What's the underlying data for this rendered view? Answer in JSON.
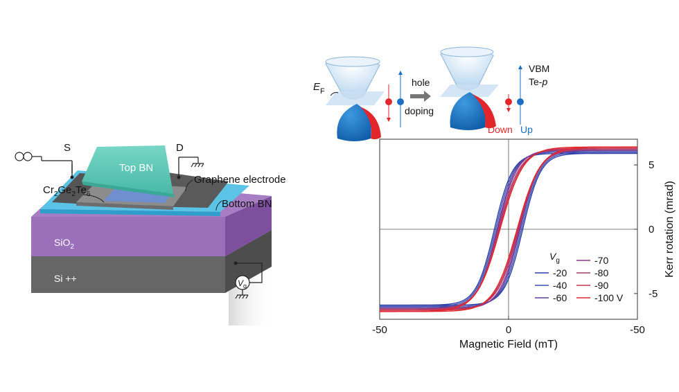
{
  "device": {
    "source_label": "S",
    "drain_label": "D",
    "top_bn": "Top BN",
    "cgt_label": {
      "p1": "Cr",
      "s1": "2",
      "p2": "Ge",
      "s2": "2",
      "p3": "Te",
      "s3": "6"
    },
    "graphene_label": "Graphene electrode",
    "bottom_bn": "Bottom BN",
    "sio2": {
      "main": "SiO",
      "sub": "2"
    },
    "si": "Si ++",
    "gate": {
      "main": "V",
      "sub": "g"
    },
    "colors": {
      "top_bn": "#5cc7b5",
      "bottom_bn": "#5bc3e6",
      "sio2": "#9b6bb8",
      "si": "#6a6a6a",
      "cgt": "#8c8c8c",
      "graphene": "#555555"
    }
  },
  "band_diagram": {
    "ef": {
      "main": "E",
      "sub": "F"
    },
    "hole_doping": {
      "line1": "hole",
      "line2": "doping"
    },
    "vbm": "VBM",
    "te_p": {
      "main": "Te-",
      "italic": "p"
    },
    "down_label": "Down",
    "up_label": "Up",
    "colors": {
      "up": "#1a6fc4",
      "down": "#e3262b",
      "cone": "#bcd9f0"
    }
  },
  "chart_data": {
    "type": "line",
    "xlabel": "Magnetic Field (mT)",
    "ylabel": "Kerr rotation (mrad)",
    "xlim": [
      -50,
      50
    ],
    "ylim": [
      -7,
      7
    ],
    "x_ticks": [
      {
        "value": -50,
        "label": "-50"
      },
      {
        "value": 0,
        "label": "0"
      },
      {
        "value": 50,
        "label": "-50"
      }
    ],
    "y_ticks": [
      {
        "value": 5,
        "label": "5"
      },
      {
        "value": 0,
        "label": "0"
      },
      {
        "value": -5,
        "label": "-5"
      }
    ],
    "legend_title": {
      "main": "V",
      "sub": "g"
    },
    "legend_position": "lower-right",
    "series": [
      {
        "name": "-20",
        "color": "#2a3fa8",
        "hc": 5.5,
        "ms": 5.9,
        "w": 7.0
      },
      {
        "name": "-40",
        "color": "#3a4fb0",
        "hc": 5.0,
        "ms": 6.0,
        "w": 7.2
      },
      {
        "name": "-60",
        "color": "#5b3fa0",
        "hc": 4.5,
        "ms": 6.1,
        "w": 7.4
      },
      {
        "name": "-70",
        "color": "#8a3a8e",
        "hc": 4.2,
        "ms": 6.2,
        "w": 7.8
      },
      {
        "name": "-80",
        "color": "#a83a6e",
        "hc": 3.9,
        "ms": 6.2,
        "w": 8.2
      },
      {
        "name": "-90",
        "color": "#c8324f",
        "hc": 3.6,
        "ms": 6.3,
        "w": 8.6
      },
      {
        "name": "-100 V",
        "color": "#e3262b",
        "hc": 3.3,
        "ms": 6.4,
        "w": 9.0
      }
    ]
  }
}
